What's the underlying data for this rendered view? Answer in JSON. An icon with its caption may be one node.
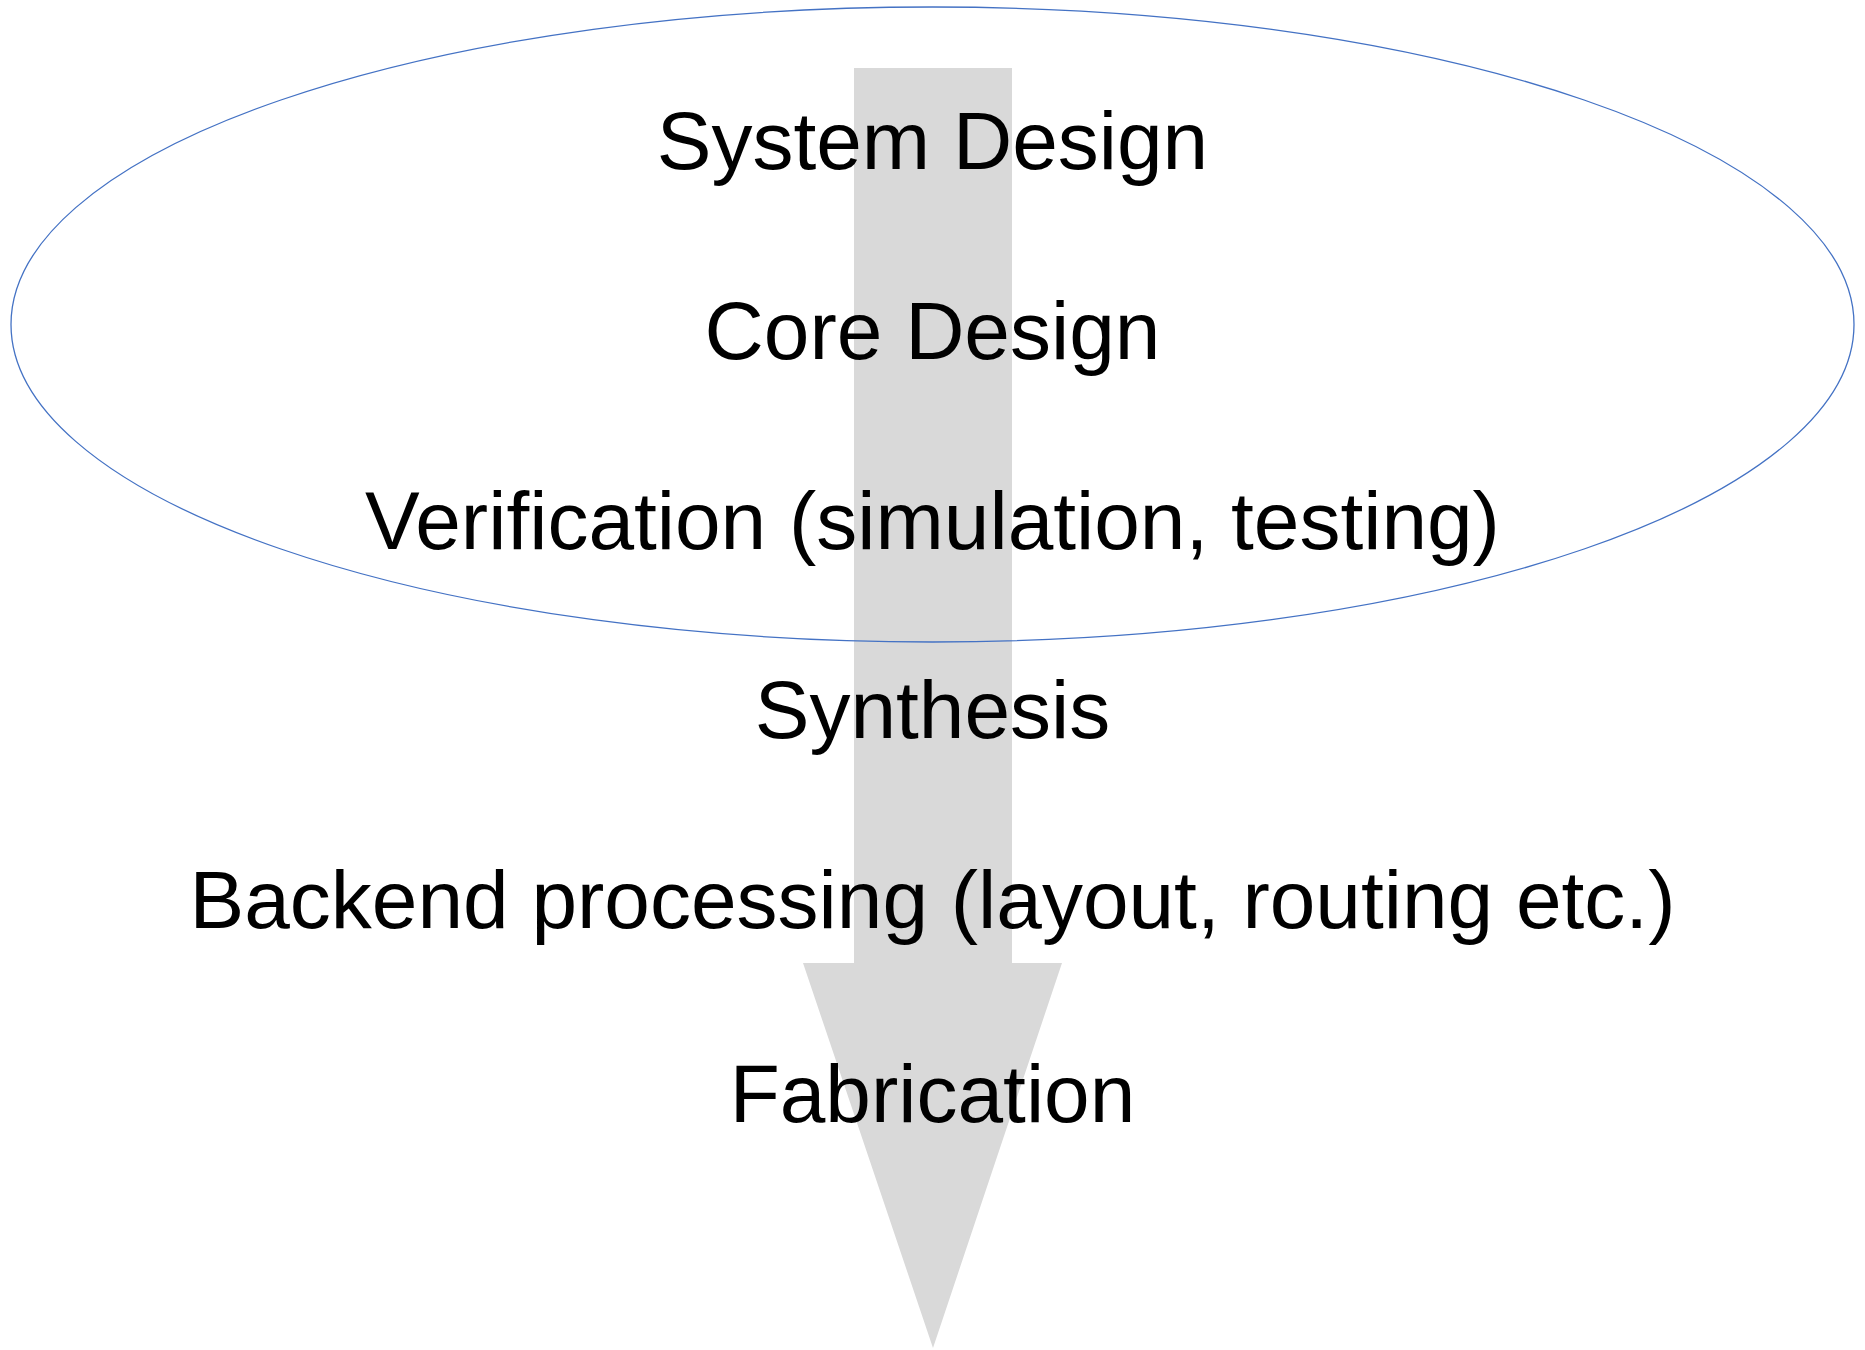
{
  "diagram": {
    "nodes": [
      {
        "text": [
          "System Design",
          "Core Design",
          "Verification (simulation, testing)"
        ]
      }
    ],
    "labels": [
      "Synthesis",
      "Backend processing (layout, routing etc.)",
      "Fabrication"
    ]
  }
}
